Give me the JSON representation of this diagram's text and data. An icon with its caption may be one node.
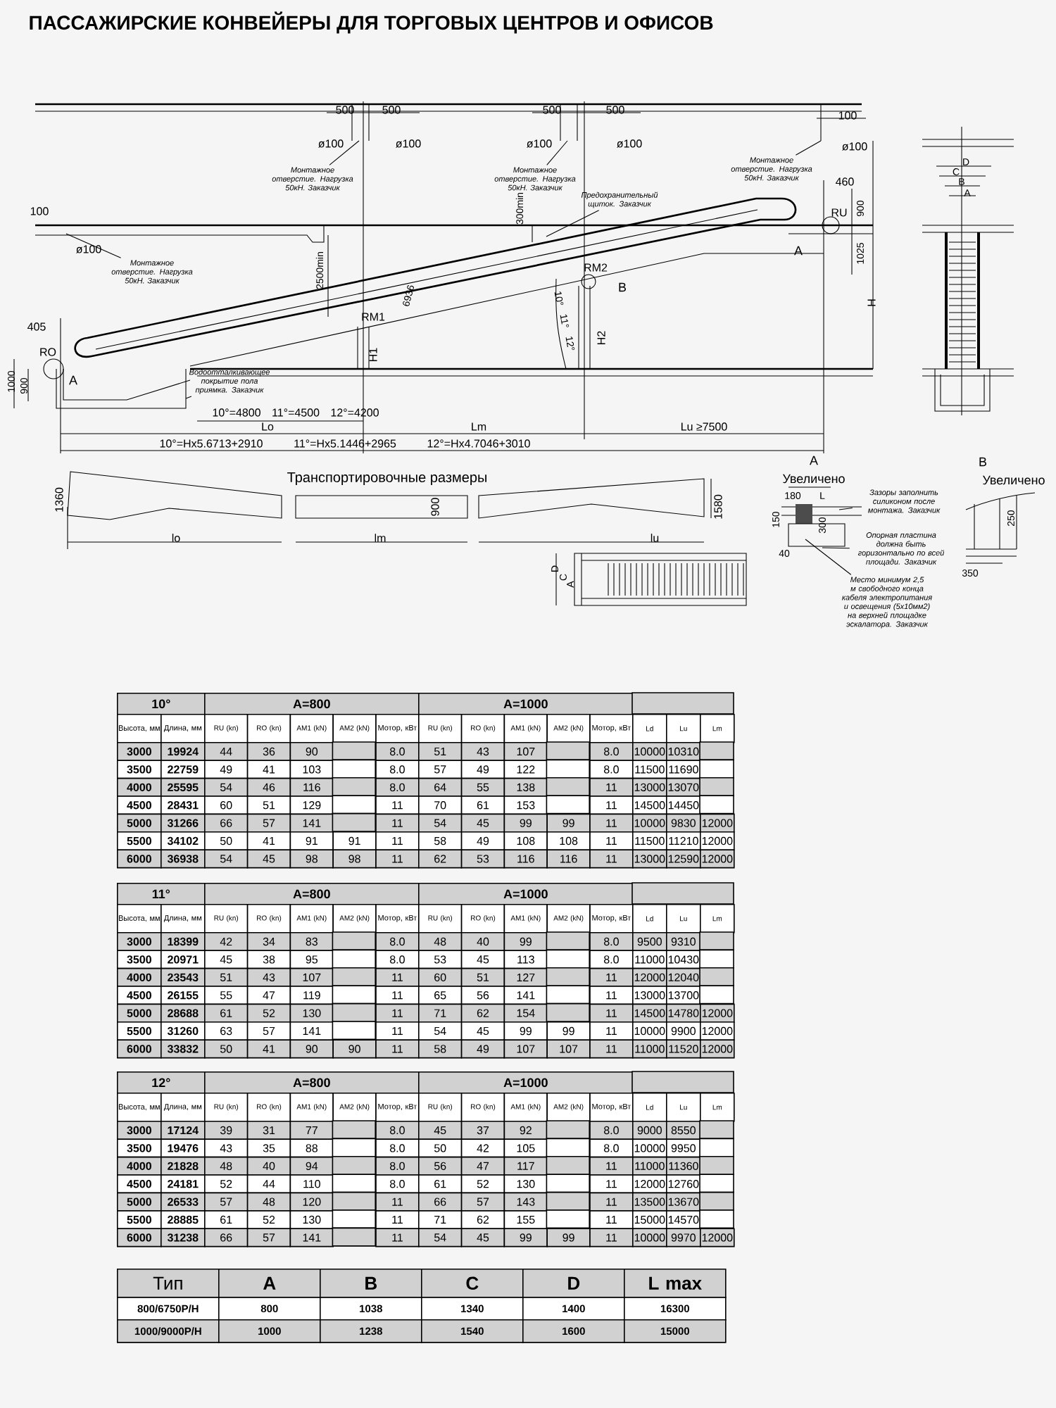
{
  "diagram": {
    "title": "ПАССАЖИРСКИЕ КОНВЕЙЕРЫ ДЛЯ ТОРГОВЫХ ЦЕНТРОВ И ОФИСОВ",
    "nodes": [
      {
        "text": [
          "Монтажное отверстие. Нагрузка 50кН. Заказчик"
        ]
      },
      {
        "text": [
          "Монтажное отверстие. Нагрузка 50кН. Заказчик"
        ]
      },
      {
        "text": [
          "Монтажное отверстие. Нагрузка 50кН. Заказчик"
        ]
      },
      {
        "text": [
          "Монтажное отверстие. Нагрузка 50кН. Заказчик"
        ]
      },
      {
        "text": [
          "Предохранительный щиток. Заказчик"
        ]
      },
      {
        "text": [
          "Водоотталкивающее покрытие пола приямка. Заказчик"
        ]
      },
      {
        "text": [
          "Зазоры заполнить силиконом после монтажа. Заказчик"
        ]
      },
      {
        "text": [
          "Опорная пластина должна быть горизонтально по всей площади. Заказчик"
        ]
      },
      {
        "text": [
          "Место минимум 2,5 м свободного конца кабеля электропитания и освещения (5x10мм2) на верхней площадке эскалатора. Заказчик"
        ]
      }
    ],
    "edges": [
      {
        "from": 0,
        "to": null,
        "arrow": "none"
      },
      {
        "from": 1,
        "to": null,
        "arrow": "none"
      },
      {
        "from": 2,
        "to": null,
        "arrow": "none"
      },
      {
        "from": 3,
        "to": null,
        "arrow": "none"
      },
      {
        "from": 4,
        "to": null,
        "arrow": "none"
      },
      {
        "from": 5,
        "to": null,
        "arrow": "none"
      },
      {
        "from": 6,
        "to": null,
        "arrow": "none"
      },
      {
        "from": 7,
        "to": null,
        "arrow": "none"
      },
      {
        "from": 8,
        "to": null,
        "arrow": "none"
      }
    ],
    "labels": [
      "500",
      "500",
      "ø100",
      "ø100",
      "500",
      "500",
      "ø100",
      "ø100",
      "100",
      "ø100",
      "300min",
      "460",
      "RU",
      "900",
      "1025",
      "A",
      "100",
      "ø100",
      "2500min",
      "6936",
      "RM1",
      "H1",
      "RM2",
      "B",
      "H2",
      "10°",
      "11°",
      "12°",
      "H",
      "405",
      "RO",
      "A",
      "1000",
      "900",
      "10°=4800",
      "11°=4500",
      "12°=4200",
      "Lo",
      "Lm",
      "Lu ≥7500",
      "10°=Hx5.6713+2910",
      "11°=Hx5.1446+2965",
      "12°=Hx4.7046+3010",
      "D",
      "C",
      "B",
      "A",
      "Транспортировочные размеры",
      "1360",
      "900",
      "1580",
      "lo",
      "lm",
      "lu",
      "D",
      "C",
      "A",
      "A",
      "Увеличено",
      "180",
      "L",
      "150",
      "300",
      "40",
      "B",
      "Увеличено",
      "250",
      "350",
      "10°",
      "A=800",
      "A=1000",
      "Высота, мм",
      "Длина, мм",
      "RU (kn)",
      "RO (kn)",
      "AM1 (kN)",
      "AM2 (kN)",
      "Мотор, кВт",
      "RU (kn)",
      "RO (kn)",
      "AM1 (kN)",
      "AM2 (kN)",
      "Мотор, кВт",
      "Ld",
      "Lu",
      "Lm",
      "3000",
      "19924",
      "44",
      "36",
      "90",
      "8.0",
      "51",
      "43",
      "107",
      "8.0",
      "10000",
      "10310",
      "3500",
      "22759",
      "49",
      "41",
      "103",
      "8.0",
      "57",
      "49",
      "122",
      "8.0",
      "11500",
      "11690",
      "4000",
      "25595",
      "54",
      "46",
      "116",
      "8.0",
      "64",
      "55",
      "138",
      "11",
      "13000",
      "13070",
      "4500",
      "28431",
      "60",
      "51",
      "129",
      "11",
      "70",
      "61",
      "153",
      "11",
      "14500",
      "14450",
      "5000",
      "31266",
      "66",
      "57",
      "141",
      "11",
      "54",
      "45",
      "99",
      "99",
      "11",
      "10000",
      "9830",
      "12000",
      "5500",
      "34102",
      "50",
      "41",
      "91",
      "91",
      "11",
      "58",
      "49",
      "108",
      "108",
      "11",
      "11500",
      "11210",
      "12000",
      "6000",
      "36938",
      "54",
      "45",
      "98",
      "98",
      "11",
      "62",
      "53",
      "116",
      "116",
      "11",
      "13000",
      "12590",
      "12000",
      "11°",
      "A=800",
      "A=1000",
      "Высота, мм",
      "Длина, мм",
      "RU (kn)",
      "RO (kn)",
      "AM1 (kN)",
      "AM2 (kN)",
      "Мотор, кВт",
      "RU (kn)",
      "RO (kn)",
      "AM1 (kN)",
      "AM2 (kN)",
      "Мотор, кВт",
      "Ld",
      "Lu",
      "Lm",
      "3000",
      "18399",
      "42",
      "34",
      "83",
      "8.0",
      "48",
      "40",
      "99",
      "8.0",
      "9500",
      "9310",
      "3500",
      "20971",
      "45",
      "38",
      "95",
      "8.0",
      "53",
      "45",
      "113",
      "8.0",
      "11000",
      "10430",
      "4000",
      "23543",
      "51",
      "43",
      "107",
      "11",
      "60",
      "51",
      "127",
      "11",
      "12000",
      "12040",
      "4500",
      "26155",
      "55",
      "47",
      "119",
      "11",
      "65",
      "56",
      "141",
      "11",
      "13000",
      "13700",
      "5000",
      "28688",
      "61",
      "52",
      "130",
      "11",
      "71",
      "62",
      "154",
      "11",
      "14500",
      "14780",
      "12000",
      "5500",
      "31260",
      "63",
      "57",
      "141",
      "11",
      "54",
      "45",
      "99",
      "99",
      "11",
      "10000",
      "9900",
      "12000",
      "6000",
      "33832",
      "50",
      "41",
      "90",
      "90",
      "11",
      "58",
      "49",
      "107",
      "107",
      "11",
      "11000",
      "11520",
      "12000",
      "12°",
      "A=800",
      "A=1000",
      "Высота, мм",
      "Длина, мм",
      "RU (kn)",
      "RO (kn)",
      "AM1 (kN)",
      "AM2 (kN)",
      "Мотор, кВт",
      "RU (kn)",
      "RO (kn)",
      "AM1 (kN)",
      "AM2 (kN)",
      "Мотор, кВт",
      "Ld",
      "Lu",
      "Lm",
      "3000",
      "17124",
      "39",
      "31",
      "77",
      "8.0",
      "45",
      "37",
      "92",
      "8.0",
      "9000",
      "8550",
      "3500",
      "19476",
      "43",
      "35",
      "88",
      "8.0",
      "50",
      "42",
      "105",
      "8.0",
      "10000",
      "9950",
      "4000",
      "21828",
      "48",
      "40",
      "94",
      "8.0",
      "56",
      "47",
      "117",
      "11",
      "11000",
      "11360",
      "4500",
      "24181",
      "52",
      "44",
      "110",
      "8.0",
      "61",
      "52",
      "130",
      "11",
      "12000",
      "12760",
      "5000",
      "26533",
      "57",
      "48",
      "120",
      "11",
      "66",
      "57",
      "143",
      "11",
      "13500",
      "13670",
      "5500",
      "28885",
      "61",
      "52",
      "130",
      "11",
      "71",
      "62",
      "155",
      "11",
      "15000",
      "14570",
      "6000",
      "31238",
      "66",
      "57",
      "141",
      "11",
      "54",
      "45",
      "99",
      "99",
      "11",
      "10000",
      "9970",
      "12000",
      "Тип",
      "A",
      "B",
      "C",
      "D",
      "L max",
      "800/6750P/H",
      "800",
      "1038",
      "1340",
      "1400",
      "16300",
      "1000/9000P/H",
      "1000",
      "1238",
      "1540",
      "1600",
      "15000"
    ]
  }
}
